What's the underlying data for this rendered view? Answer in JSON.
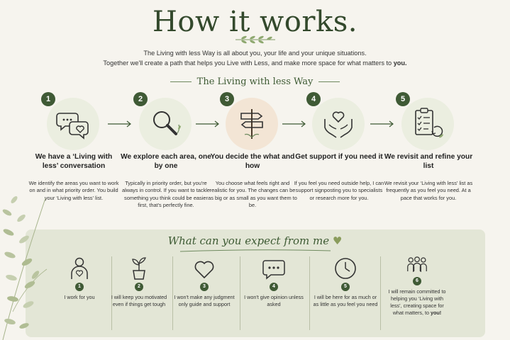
{
  "title": "How it works.",
  "intro": {
    "line1": "The Living with less Way is all about you, your life and your unique situations.",
    "line2_pre": "Together we'll create a path that helps you Live with Less, and make more space for what matters to ",
    "line2_bold": "you."
  },
  "way_heading": "The Living with less Way",
  "steps": [
    {
      "number": "1",
      "icon": "chat-bubbles-heart-icon",
      "title": "We have a ‘Living with less’ conversation",
      "text": "We identify the areas you want to work on and in what priority order. You build your ‘Living with less’ list."
    },
    {
      "number": "2",
      "icon": "magnifying-glass-icon",
      "title": "We explore each area, one by one",
      "text": "Typically in priority order, but you're always in control. If you want to tackle something you think could be easier first, that's perfectly fine."
    },
    {
      "number": "3",
      "icon": "signpost-icon",
      "title": "You decide the what and how",
      "text": "You choose what feels right and realistic for you. The changes can be as big or as small as you want them to be."
    },
    {
      "number": "4",
      "icon": "hands-heart-icon",
      "title": "Get support if you need it",
      "text": "If you feel you need outside help, I can support signposting you to specialists or research more for you."
    },
    {
      "number": "5",
      "icon": "checklist-refresh-icon",
      "title": "We revisit and refine your list",
      "text": "We revisit your ‘Living with less’ list as frequently as you feel you need. At a pace that works for you."
    }
  ],
  "expect": {
    "heading": "What can you expect from me",
    "items": [
      {
        "number": "1",
        "icon": "person-heart-icon",
        "text": "I work for you",
        "bold": ""
      },
      {
        "number": "2",
        "icon": "plant-pot-icon",
        "text": "I will keep you motivated even if things get tough",
        "bold": ""
      },
      {
        "number": "3",
        "icon": "heart-outline-icon",
        "text": "I won't make any judgment only guide and support",
        "bold": ""
      },
      {
        "number": "4",
        "icon": "speech-bubble-icon",
        "text": "I won't give opinion unless asked",
        "bold": ""
      },
      {
        "number": "5",
        "icon": "clock-icon",
        "text": "I will be here for as much or as little as you feel you need",
        "bold": ""
      },
      {
        "number": "6",
        "icon": "group-people-icon",
        "text": "I will remain committed to helping you ‘Living with less’, creating space for what matters, to ",
        "bold": "you!"
      }
    ]
  },
  "colors": {
    "accent": "#3f5a35",
    "background": "#f6f4ee",
    "panel": "#e3e6d6"
  }
}
